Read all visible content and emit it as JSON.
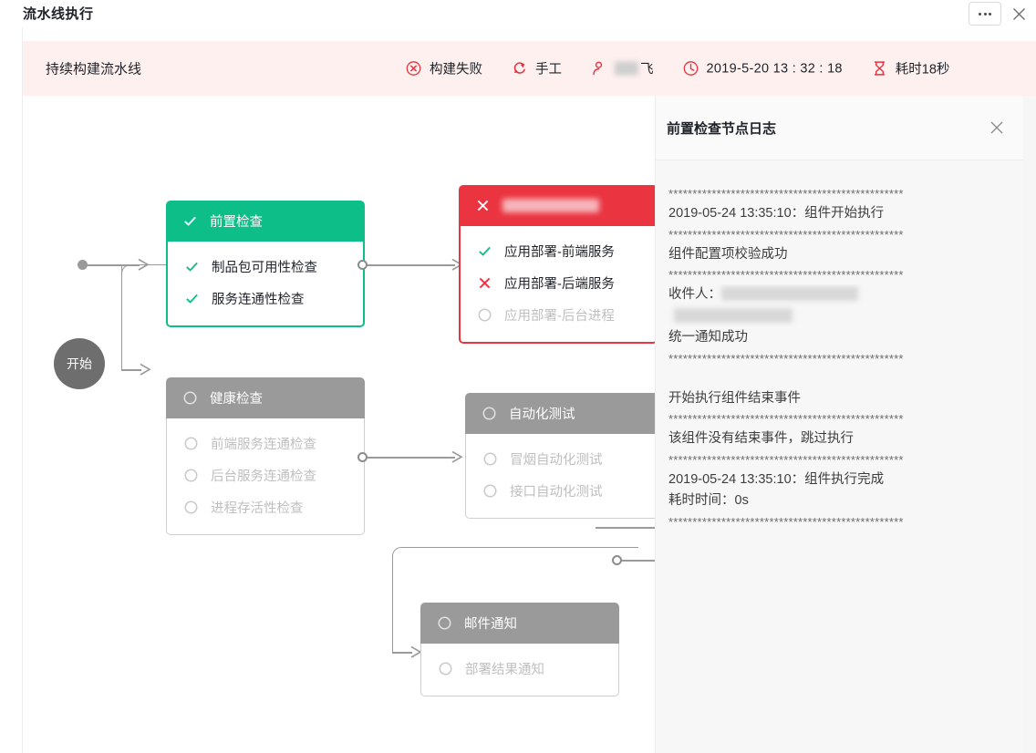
{
  "window": {
    "title": "流水线执行",
    "more_button": "•••",
    "close_button": "✕"
  },
  "summary": {
    "pipeline_name": "持续构建流水线",
    "metrics": [
      {
        "icon": "build-failed-icon",
        "label": "构建失败"
      },
      {
        "icon": "manual-trigger-icon",
        "label": "手工"
      },
      {
        "icon": "user-icon",
        "label": "飞",
        "redacted": true
      },
      {
        "icon": "clock-icon",
        "label": "2019-5-20 13 : 32 : 18"
      },
      {
        "icon": "hourglass-icon",
        "label": "耗时18秒"
      }
    ]
  },
  "canvas": {
    "start_node": "开始",
    "stages": [
      {
        "id": "pre-check",
        "title": "前置检查",
        "status": "success",
        "jobs": [
          {
            "name": "制品包可用性检查",
            "status": "success"
          },
          {
            "name": "服务连通性检查",
            "status": "success"
          }
        ]
      },
      {
        "id": "app-deploy",
        "title": "",
        "title_redacted": true,
        "status": "failed",
        "jobs": [
          {
            "name": "应用部署-前端服务",
            "status": "success"
          },
          {
            "name": "应用部署-后端服务",
            "status": "failed"
          },
          {
            "name": "应用部署-后台进程",
            "status": "pending"
          }
        ]
      },
      {
        "id": "health-check",
        "title": "健康检查",
        "status": "pending",
        "jobs": [
          {
            "name": "前端服务连通检查",
            "status": "pending"
          },
          {
            "name": "后台服务连通检查",
            "status": "pending"
          },
          {
            "name": "进程存活性检查",
            "status": "pending"
          }
        ]
      },
      {
        "id": "auto-test",
        "title": "自动化测试",
        "status": "pending",
        "jobs": [
          {
            "name": "冒烟自动化测试",
            "status": "pending"
          },
          {
            "name": "接口自动化测试",
            "status": "pending"
          }
        ]
      },
      {
        "id": "mail-notify",
        "title": "邮件通知",
        "status": "pending",
        "jobs": [
          {
            "name": "部署结果通知",
            "status": "pending"
          }
        ]
      }
    ]
  },
  "log_panel": {
    "title": "前置检查节点日志",
    "close_button": "✕",
    "lines": [
      {
        "type": "sep",
        "text": "*************************************************"
      },
      {
        "type": "text",
        "text": "2019-05-24 13:35:10：组件开始执行"
      },
      {
        "type": "sep",
        "text": "*************************************************"
      },
      {
        "type": "text",
        "text": "组件配置项校验成功"
      },
      {
        "type": "sep",
        "text": "*************************************************"
      },
      {
        "type": "redact",
        "text": "收件人：",
        "redact_widths": [
          150,
          130
        ]
      },
      {
        "type": "text",
        "text": "统一通知成功"
      },
      {
        "type": "sep",
        "text": "*************************************************"
      },
      {
        "type": "blank",
        "text": ""
      },
      {
        "type": "text",
        "text": "开始执行组件结束事件"
      },
      {
        "type": "sep",
        "text": "*************************************************"
      },
      {
        "type": "text",
        "text": "该组件没有结束事件，跳过执行"
      },
      {
        "type": "sep",
        "text": "*************************************************"
      },
      {
        "type": "text",
        "text": "2019-05-24 13:35:10：组件执行完成"
      },
      {
        "type": "text",
        "text": "耗时时间：0s"
      },
      {
        "type": "sep",
        "text": "*************************************************"
      }
    ]
  },
  "colors": {
    "success": "#0ebe88",
    "failed": "#ea3440",
    "pending": "#9a9a9a",
    "accent_band": "#fdf0ef",
    "panel_bg": "#f7f7f7"
  }
}
